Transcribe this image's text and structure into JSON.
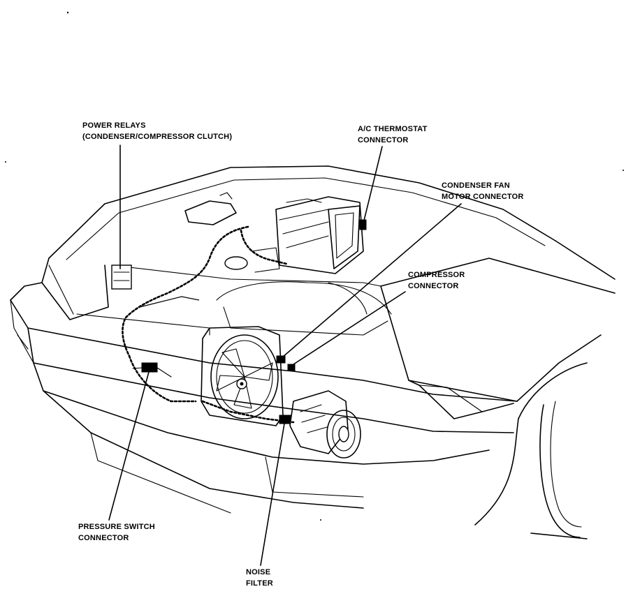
{
  "labels": {
    "power_relays": {
      "line1": "POWER RELAYS",
      "line2": "(CONDENSER/COMPRESSOR CLUTCH)"
    },
    "ac_thermostat": {
      "line1": "A/C THERMOSTAT",
      "line2": "CONNECTOR"
    },
    "condenser_fan": {
      "line1": "CONDENSER FAN",
      "line2": "MOTOR CONNECTOR"
    },
    "compressor": {
      "line1": "COMPRESSOR",
      "line2": "CONNECTOR"
    },
    "pressure_switch": {
      "line1": "PRESSURE SWITCH",
      "line2": "CONNECTOR"
    },
    "noise_filter": {
      "line1": "NOISE",
      "line2": "FILTER"
    }
  },
  "style": {
    "ink": "#000000",
    "paper": "#ffffff"
  }
}
